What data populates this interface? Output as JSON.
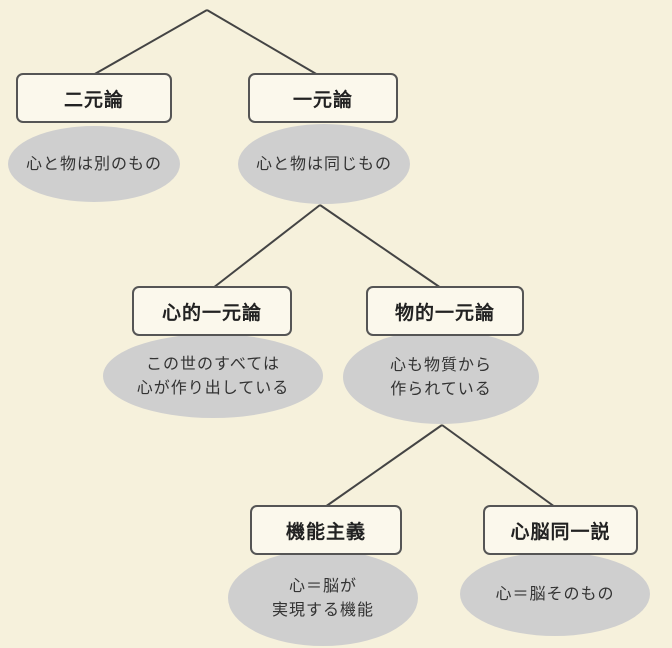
{
  "nodes": {
    "dualism": {
      "title": "二元論",
      "desc": "心と物は別のもの"
    },
    "monism": {
      "title": "一元論",
      "desc": "心と物は同じもの"
    },
    "mental_monism": {
      "title": "心的一元論",
      "desc": "この世のすべては\n心が作り出している"
    },
    "physical_monism": {
      "title": "物的一元論",
      "desc": "心も物質から\n作られている"
    },
    "functionalism": {
      "title": "機能主義",
      "desc": "心＝脳が\n実現する機能"
    },
    "identity_theory": {
      "title": "心脳同一説",
      "desc": "心＝脳そのもの"
    }
  }
}
